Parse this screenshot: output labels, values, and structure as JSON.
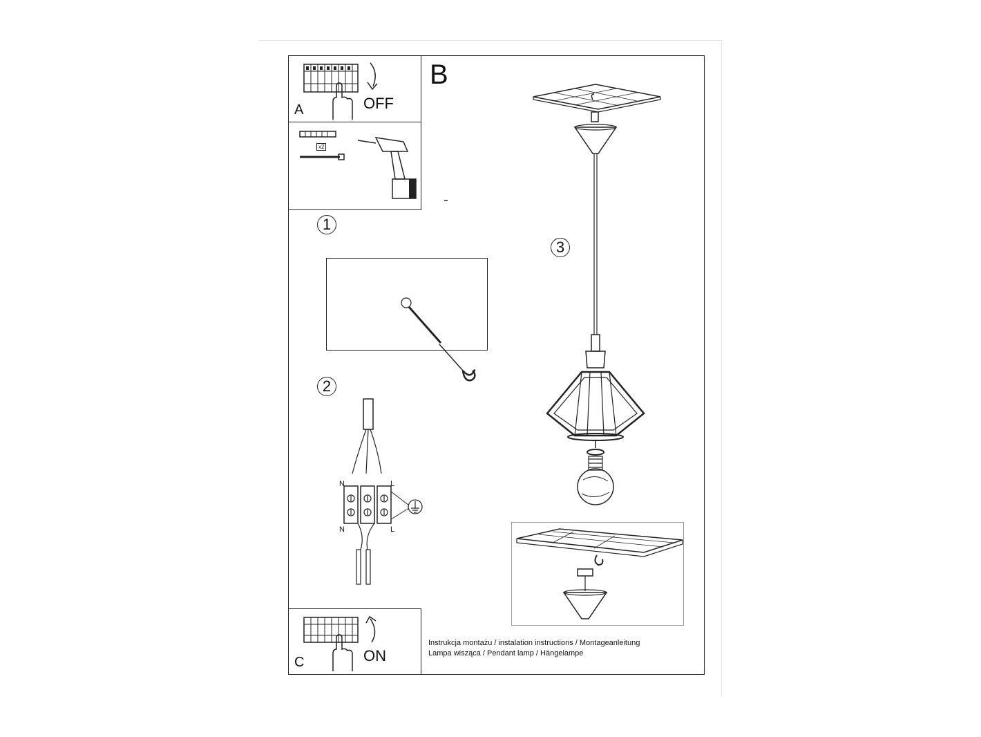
{
  "panel_a": {
    "letter": "A",
    "action": "OFF"
  },
  "panel_b": {
    "letter": "B"
  },
  "panel_c": {
    "letter": "C",
    "action": "ON"
  },
  "tools": {
    "multiplier": "x2"
  },
  "steps": {
    "one": "1",
    "two": "2",
    "three": "3"
  },
  "wiring": {
    "neutral_top": "N",
    "live_top": "L",
    "neutral_bottom": "N",
    "live_bottom": "L"
  },
  "footer": {
    "line1": "Instrukcja montażu / instalation instructions / Montageanleitung",
    "line2": "Lampa wisząca / Pendant lamp / Hängelampe"
  }
}
